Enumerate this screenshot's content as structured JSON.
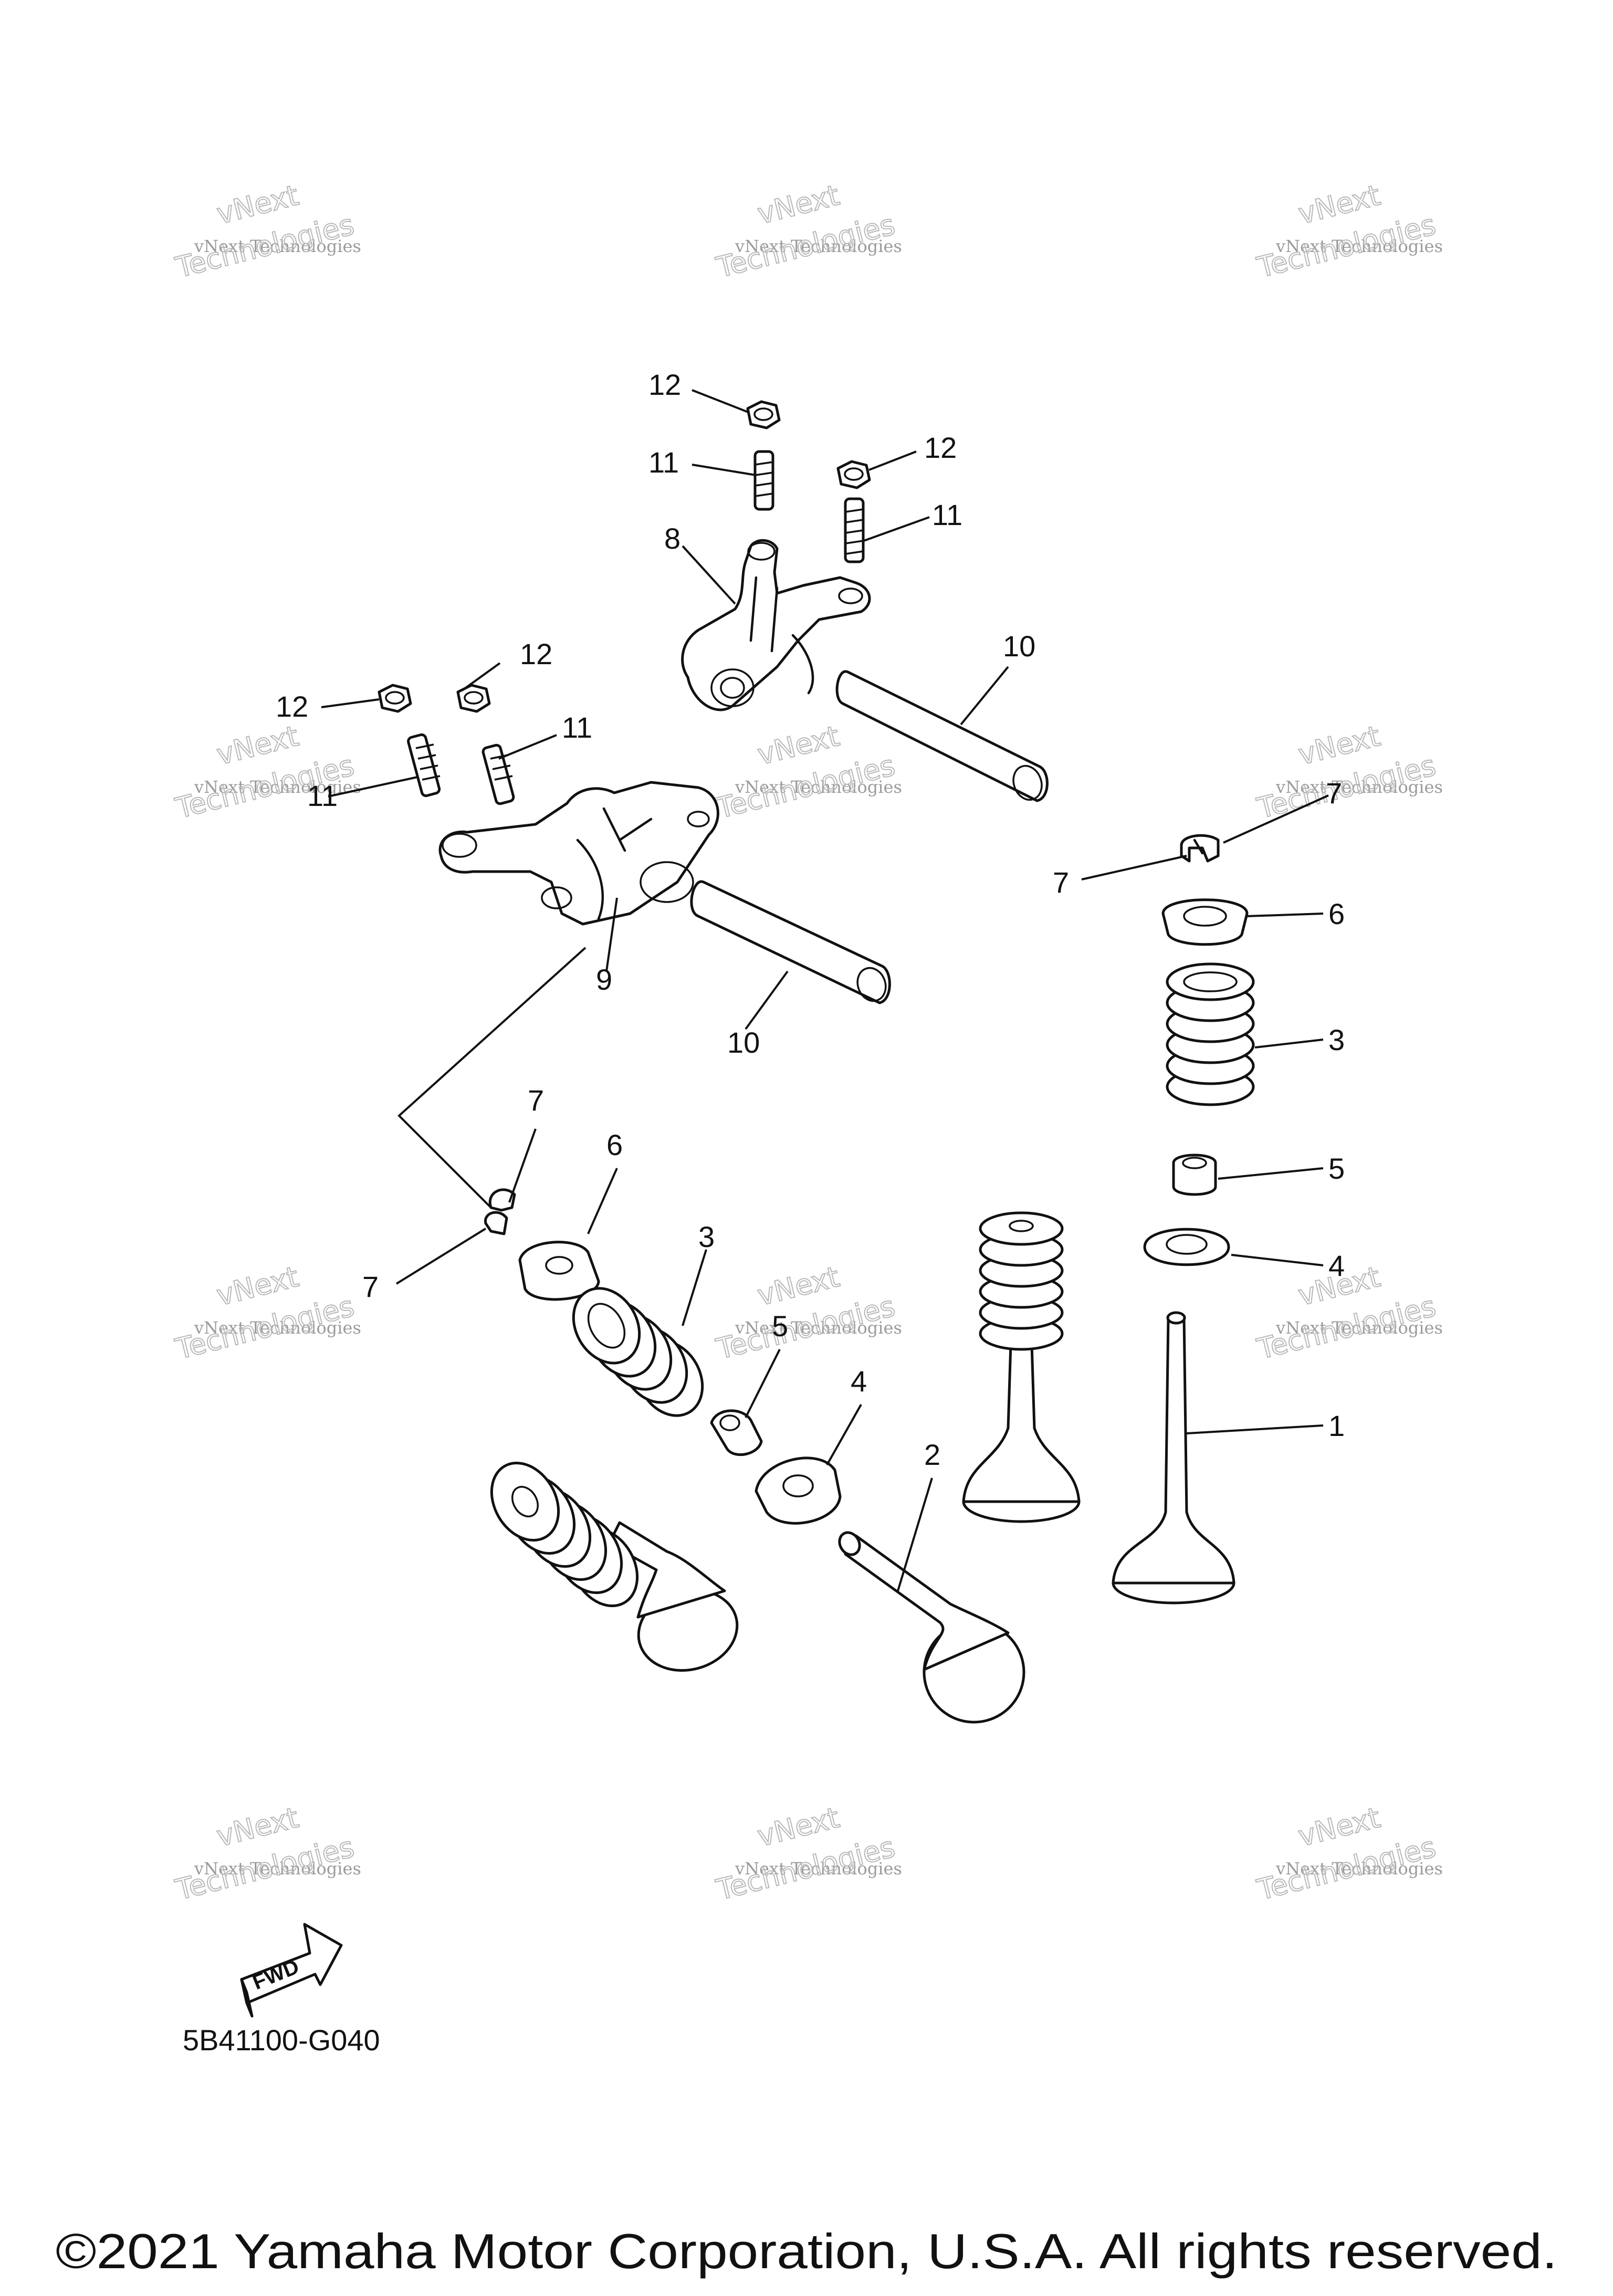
{
  "diagram": {
    "part_code": "5B41100-G040",
    "copyright": "©2021 Yamaha Motor Corporation, U.S.A. All rights reserved.",
    "fwd_label": "FWD",
    "watermark": "vNext Technologies",
    "watermark_line1": "vNext",
    "watermark_line2": "Technologies",
    "callouts": {
      "n1": "1",
      "n2": "2",
      "n3": "3",
      "n4": "4",
      "n5": "5",
      "n6": "6",
      "n7": "7",
      "n8": "8",
      "n9": "9",
      "n10": "10",
      "n11": "11",
      "n12": "12"
    }
  }
}
